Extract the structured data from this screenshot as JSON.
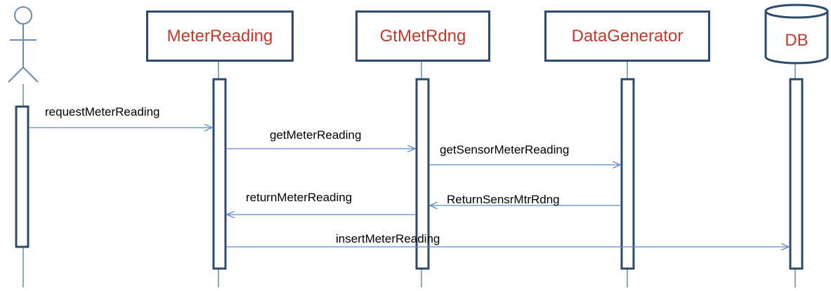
{
  "participants": [
    {
      "id": "meter-reading",
      "label": "MeterReading"
    },
    {
      "id": "gt-met-rdng",
      "label": "GtMetRdng"
    },
    {
      "id": "data-generator",
      "label": "DataGenerator"
    },
    {
      "id": "db",
      "label": "DB"
    }
  ],
  "messages": [
    {
      "id": "request-meter-reading",
      "label": "requestMeterReading"
    },
    {
      "id": "get-meter-reading",
      "label": "getMeterReading"
    },
    {
      "id": "get-sensor-meter-reading",
      "label": "getSensorMeterReading"
    },
    {
      "id": "return-meter-reading",
      "label": "returnMeterReading"
    },
    {
      "id": "return-sensr-mtr-rdng",
      "label": "ReturnSensrMtrRdng"
    },
    {
      "id": "insert-meter-reading",
      "label": "insertMeterReading"
    }
  ],
  "colors": {
    "lifeline": "#4a6a8a",
    "box_border": "#2b4a6e",
    "participant_text": "#c0392b",
    "arrow": "#5b8bd0"
  }
}
